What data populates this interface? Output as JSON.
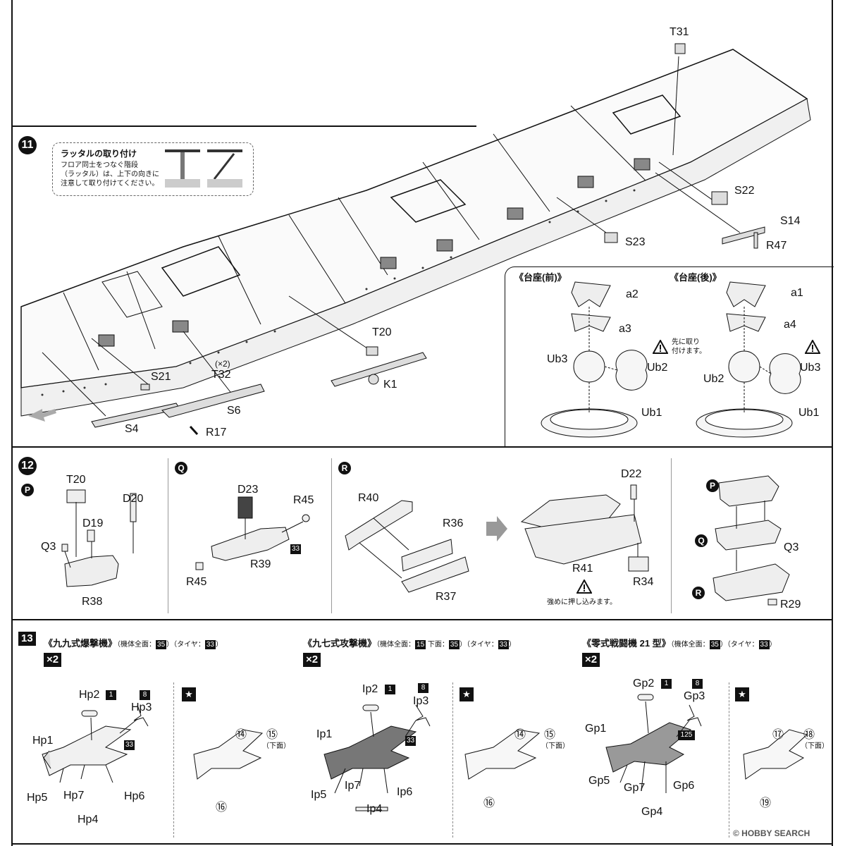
{
  "step11": {
    "number": "11",
    "note_title": "ラッタルの取り付け",
    "note_body_1": "フロア同士をつなぐ階段",
    "note_body_2": "（ラッタル）は、上下の向きに",
    "note_body_3": "注意して取り付けてください。",
    "parts": [
      "T31",
      "S22",
      "S14",
      "R47",
      "S23",
      "T20",
      "K1",
      "S21",
      "T32",
      "(×2)",
      "S6",
      "S4",
      "R17"
    ],
    "stand_front": "《台座(前)》",
    "stand_rear": "《台座(後)》",
    "stand_front_parts": [
      "a2",
      "a3",
      "Ub3",
      "Ub2",
      "Ub1"
    ],
    "stand_rear_parts": [
      "a1",
      "a4",
      "Ub2",
      "Ub3",
      "Ub1"
    ],
    "warn_text_1": "先に取り",
    "warn_text_2": "付けます。"
  },
  "step12": {
    "number": "12",
    "sub_p": "P",
    "sub_q": "Q",
    "sub_r": "R",
    "p_parts": [
      "T20",
      "D20",
      "D19",
      "Q3",
      "R38"
    ],
    "q_parts": [
      "D23",
      "R45",
      "R39",
      "R45"
    ],
    "q_color": "33",
    "r_parts": [
      "R40",
      "R36",
      "R37"
    ],
    "r2_parts": [
      "D22",
      "R41",
      "R34"
    ],
    "press_note": "強めに押し込みます。",
    "final_parts": [
      "Q3",
      "R29"
    ]
  },
  "step13": {
    "number": "13",
    "mult": "×2",
    "plane1": {
      "title": "《九九式爆撃機》",
      "note_a": "（機体全面：",
      "color_a": "35",
      "note_b": "）（タイヤ：",
      "color_b": "33",
      "note_c": "）",
      "parts": [
        "Hp2",
        "Hp3",
        "Hp1",
        "Hp5",
        "Hp7",
        "Hp6",
        "Hp4"
      ],
      "c1": "1",
      "c8": "8",
      "c33": "33",
      "decal_a": "⑭",
      "decal_b": "⑮",
      "decal_c": "⑯",
      "under": "（下面）"
    },
    "plane2": {
      "title": "《九七式攻撃機》",
      "note_a": "（機体全面：",
      "color_a": "15",
      "note_b": " 下面：",
      "color_b": "35",
      "note_c": "）（タイヤ：",
      "color_c": "33",
      "note_d": "）",
      "parts": [
        "Ip2",
        "Ip3",
        "Ip1",
        "Ip5",
        "Ip7",
        "Ip6",
        "Ip4"
      ],
      "c1": "1",
      "c8": "8",
      "c33": "33",
      "decal_a": "⑭",
      "decal_b": "⑮",
      "decal_c": "⑯",
      "under": "（下面）"
    },
    "plane3": {
      "title": "《零式戦闘機 21 型》",
      "note_a": "（機体全面：",
      "color_a": "35",
      "note_b": "）（タイヤ：",
      "color_b": "33",
      "note_c": "）",
      "parts": [
        "Gp2",
        "Gp3",
        "Gp1",
        "Gp5",
        "Gp7",
        "Gp6",
        "Gp4"
      ],
      "c1": "1",
      "c8": "8",
      "c125": "125",
      "decal_a": "⑰",
      "decal_b": "⑱",
      "decal_c": "⑲",
      "under": "（下面）"
    }
  },
  "watermark": "© HOBBY SEARCH"
}
